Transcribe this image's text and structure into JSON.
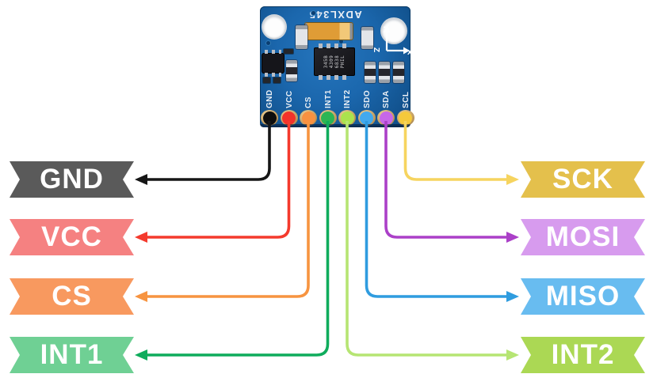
{
  "board": {
    "name": "ADXL345",
    "chip_marking": [
      "345B",
      "4309",
      "6838",
      "PHIL"
    ],
    "axis": {
      "x": "x",
      "y": "Y",
      "z": "Z"
    },
    "pins": [
      {
        "name": "GND",
        "dot_color": "#0d0d0d"
      },
      {
        "name": "VCC",
        "dot_color": "#f3332a"
      },
      {
        "name": "CS",
        "dot_color": "#f89140"
      },
      {
        "name": "INT1",
        "dot_color": "#2bb554"
      },
      {
        "name": "INT2",
        "dot_color": "#abe24e"
      },
      {
        "name": "SDO",
        "dot_color": "#42a9ee"
      },
      {
        "name": "SDA",
        "dot_color": "#c767e8"
      },
      {
        "name": "SCL",
        "dot_color": "#f4c93c"
      }
    ]
  },
  "labels": {
    "left": [
      {
        "text": "GND",
        "banner_color": "#5a5a5a",
        "wire_color": "#161616",
        "pin": "GND"
      },
      {
        "text": "VCC",
        "banner_color": "#f58181",
        "wire_color": "#f43a2d",
        "pin": "VCC"
      },
      {
        "text": "CS",
        "banner_color": "#f8995f",
        "wire_color": "#f79440",
        "pin": "CS"
      },
      {
        "text": "INT1",
        "banner_color": "#6fd094",
        "wire_color": "#0fac5c",
        "pin": "INT1"
      }
    ],
    "right": [
      {
        "text": "SCK",
        "banner_color": "#e4c04c",
        "wire_color": "#f6d45f",
        "pin": "SCL"
      },
      {
        "text": "MOSI",
        "banner_color": "#d79bee",
        "wire_color": "#ab40c8",
        "pin": "SDA"
      },
      {
        "text": "MISO",
        "banner_color": "#68bcf0",
        "wire_color": "#2f9cdf",
        "pin": "SDO"
      },
      {
        "text": "INT2",
        "banner_color": "#abd854",
        "wire_color": "#b6e573",
        "pin": "INT2"
      }
    ]
  }
}
